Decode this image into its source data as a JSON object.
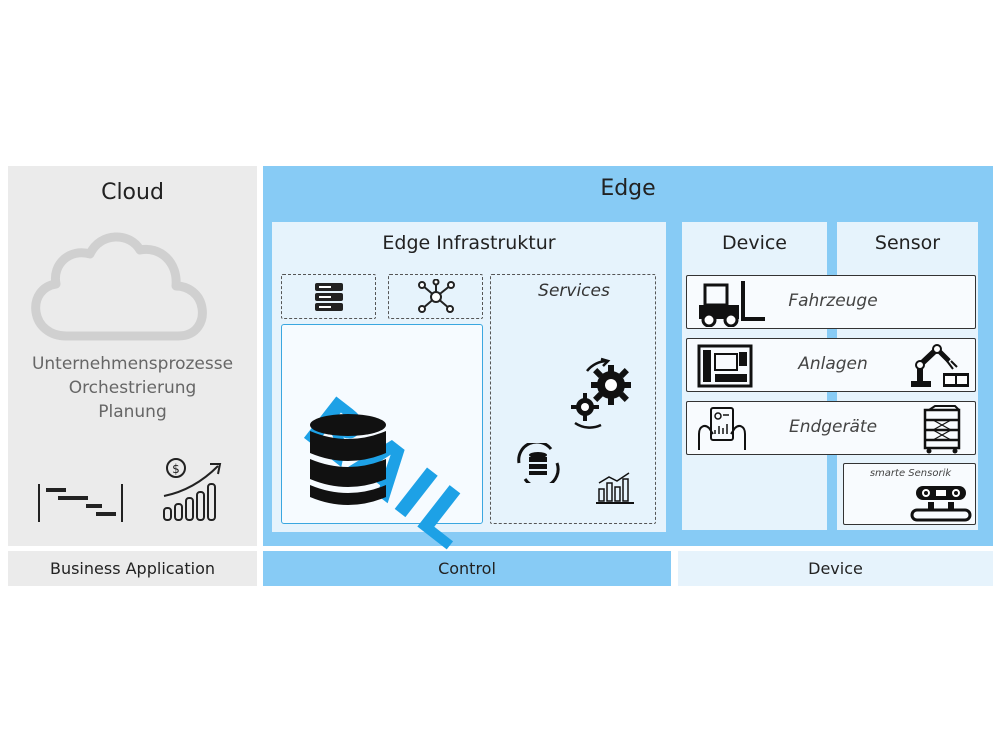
{
  "cloud": {
    "title": "Cloud",
    "processes": [
      "Unternehmensprozesse",
      "Orchestrierung",
      "Planung"
    ]
  },
  "edge": {
    "title": "Edge",
    "infrastructure": {
      "title": "Edge Infrastruktur",
      "rail_text": "RAIL",
      "services_title": "Services"
    },
    "device": {
      "title": "Device",
      "rows": [
        "Fahrzeuge",
        "Anlagen",
        "Endgeräte"
      ]
    },
    "sensor": {
      "title": "Sensor",
      "smart_label": "smarte Sensorik"
    }
  },
  "footer": {
    "business": "Business Application",
    "control": "Control",
    "device": "Device"
  },
  "icons": [
    "cloud-icon",
    "gantt-icon",
    "growth-chart-icon",
    "server-icon",
    "network-icon",
    "database-icon",
    "gears-icon",
    "database-sync-icon",
    "bar-chart-icon",
    "forklift-icon",
    "machine-icon",
    "robot-arm-icon",
    "tablet-hands-icon",
    "rack-cart-icon",
    "sensor-robot-icon"
  ],
  "colors": {
    "edge": "#87cbf5",
    "edge_light": "#e6f3fc",
    "cloud": "#ebebeb",
    "rail": "#1da1e6"
  }
}
